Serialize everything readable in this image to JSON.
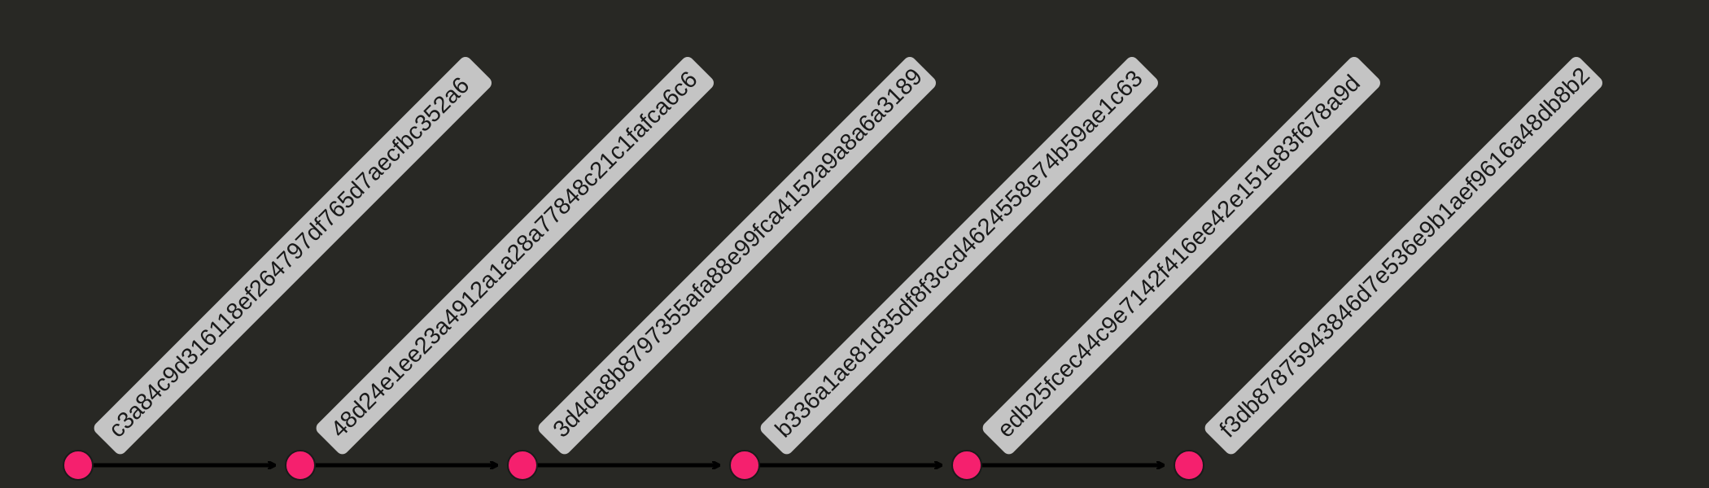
{
  "graph": {
    "colors": {
      "background": "#282824",
      "node_fill": "#f5206e",
      "node_stroke": "#1a1a1a",
      "label_fill": "#c4c4c4",
      "label_text": "#1a1a1a",
      "edge": "#000000"
    },
    "commits": [
      {
        "hash": "c3a84c9d316118ef264797df765d7aecfbc352a6"
      },
      {
        "hash": "48d24e1ee23a4912a1a28a77848c21c1fafca6c6"
      },
      {
        "hash": "3d4da8b8797355afa88e99fca4152a9a8a6a3189"
      },
      {
        "hash": "b336a1ae81d35df8f3ccd4624558e74b59ae1c63"
      },
      {
        "hash": "edb25fcec44c9e7142f416ee42e151e83f678a9d"
      },
      {
        "hash": "f3db8787594384 6d7e536e9b1aef9616a48db8b2"
      }
    ]
  }
}
